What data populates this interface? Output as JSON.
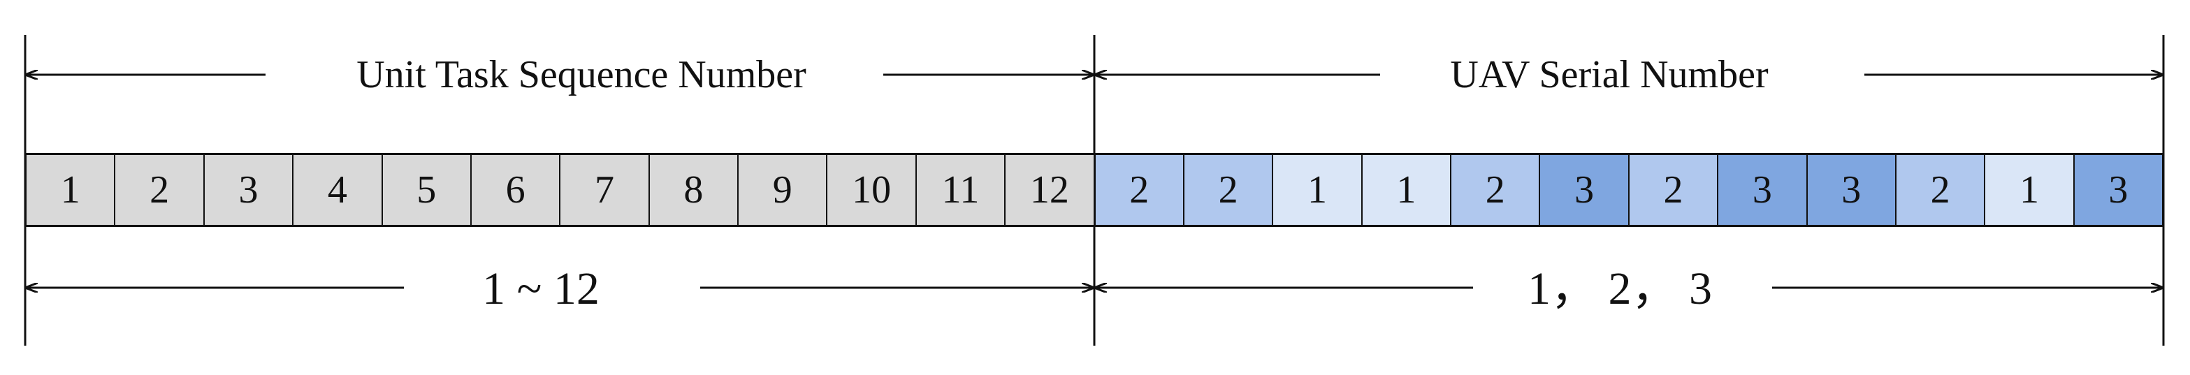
{
  "top_labels": {
    "task_section": "Unit Task Sequence Number",
    "uav_section": "UAV Serial Number"
  },
  "bottom_labels": {
    "task_range": "1 ~ 12",
    "uav_range": "1， 2， 3"
  },
  "task_cells": [
    "1",
    "2",
    "3",
    "4",
    "5",
    "6",
    "7",
    "8",
    "9",
    "10",
    "11",
    "12"
  ],
  "uav_cells": [
    "2",
    "2",
    "1",
    "1",
    "2",
    "3",
    "2",
    "3",
    "3",
    "2",
    "1",
    "3"
  ],
  "colors": {
    "task_fill": "#d9d9d9",
    "uav_1": "#dae6f7",
    "uav_2": "#b0c8ee",
    "uav_3": "#7fa6e0",
    "line": "#111111"
  }
}
